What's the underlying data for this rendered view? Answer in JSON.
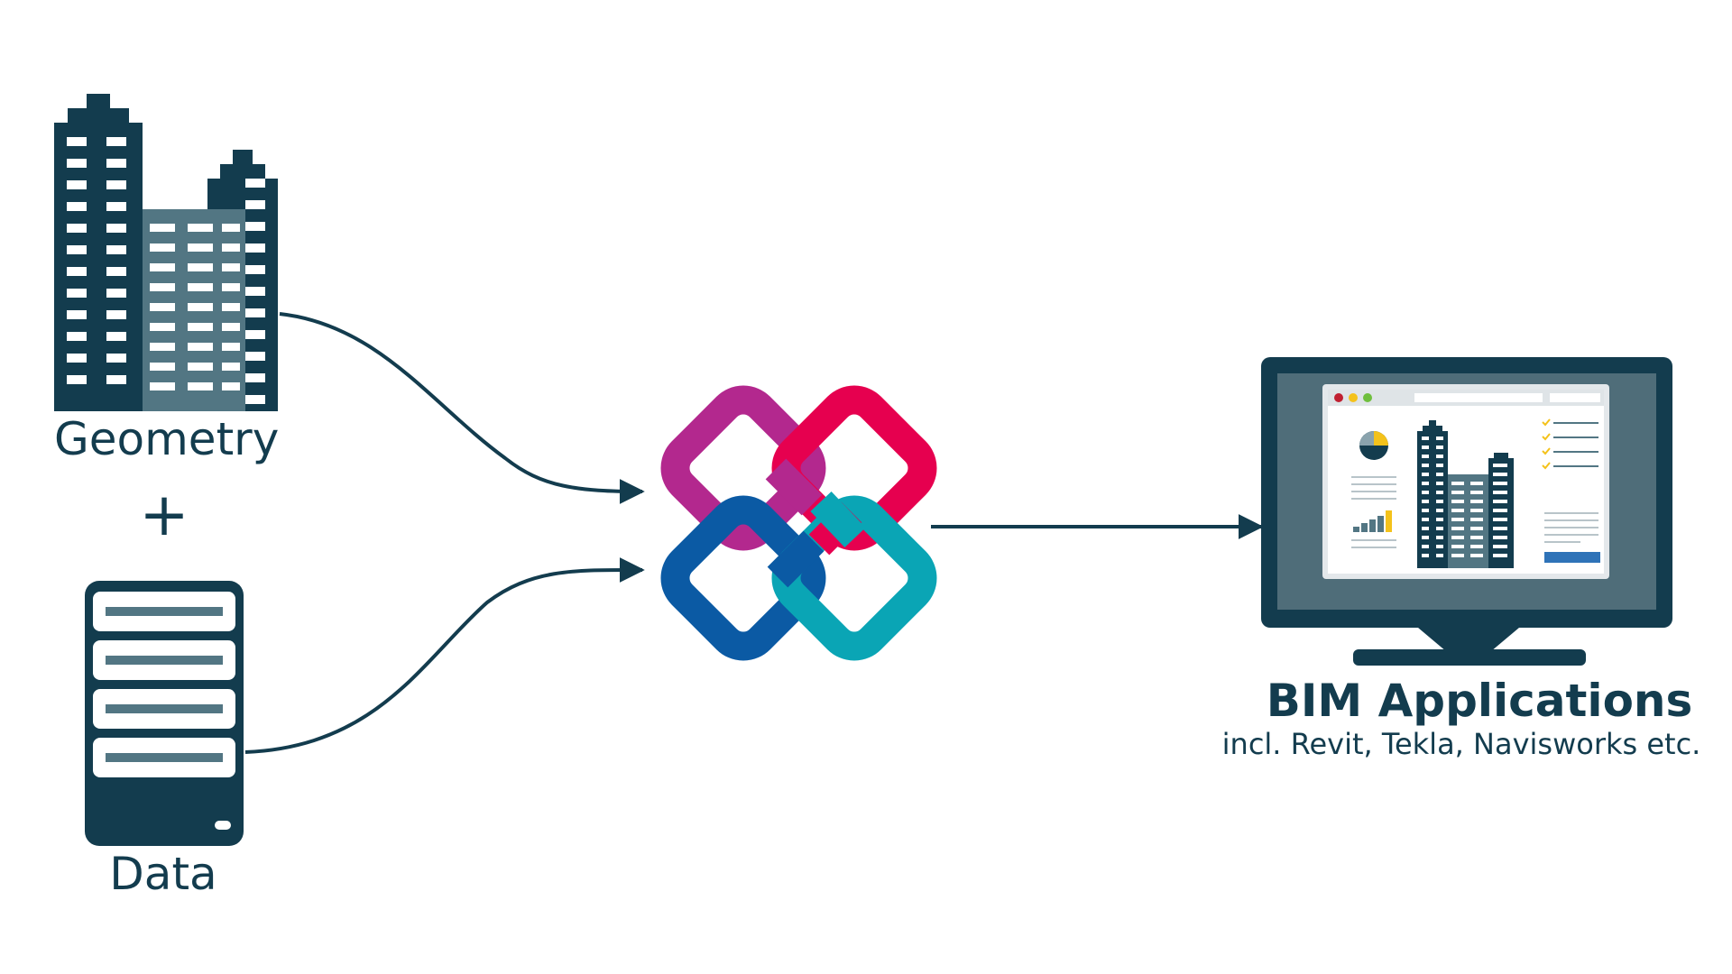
{
  "labels": {
    "geometry": "Geometry",
    "plus": "+",
    "data": "Data",
    "bim_title": "BIM Applications",
    "bim_subtitle": "incl. Revit, Tekla, Navisworks etc."
  },
  "colors": {
    "dark": "#133c4e",
    "mid": "#527683",
    "blue": "#0b5aa4",
    "red": "#e6004f",
    "purple": "#b3288e",
    "teal": "#0aa5b5",
    "yellow": "#f4c21b",
    "screen_bg": "#4f6d79"
  },
  "icons": [
    "building-icon",
    "server-icon",
    "ifc-logo-icon",
    "monitor-icon"
  ]
}
